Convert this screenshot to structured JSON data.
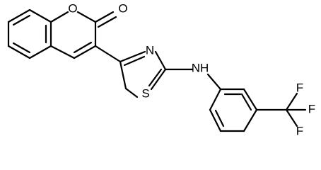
{
  "molecule": {
    "atoms": {
      "ring_oxygen": "O",
      "carbonyl_oxygen": "O",
      "thiazole_nitrogen": "N",
      "thiazole_sulfur": "S",
      "amine": "NH",
      "fluorine_1": "F",
      "fluorine_2": "F",
      "fluorine_3": "F"
    },
    "colors": {
      "bond": "#000000",
      "label": "#000000",
      "background": "#ffffff"
    }
  }
}
